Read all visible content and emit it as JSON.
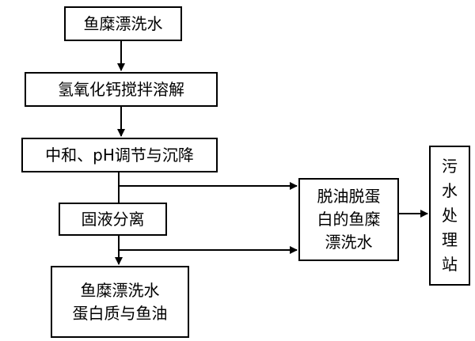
{
  "flow": {
    "step1": "鱼糜漂洗水",
    "step2": "氢氧化钙搅拌溶解",
    "step3": "中和、pH调节与沉降",
    "step4": "固液分离",
    "product_line1": "鱼糜漂洗水",
    "product_line2": "蛋白质与鱼油",
    "effluent_line1": "脱油脱蛋",
    "effluent_line2": "白的鱼糜",
    "effluent_line3": "漂洗水",
    "plant_chars": [
      "污",
      "水",
      "处",
      "理",
      "站"
    ]
  }
}
